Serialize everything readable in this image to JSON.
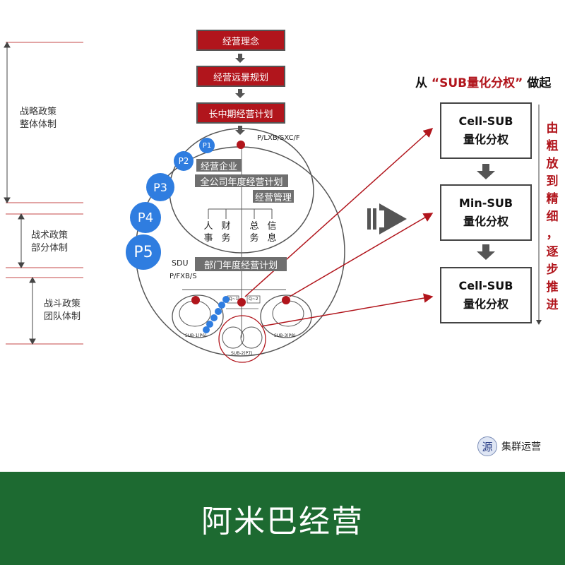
{
  "tiers": [
    {
      "line1": "战略政策",
      "line2": "整体体制"
    },
    {
      "line1": "战术政策",
      "line2": "部分体制"
    },
    {
      "line1": "战斗政策",
      "line2": "团队体制"
    }
  ],
  "flow": {
    "top_boxes": [
      "经营理念",
      "经营远景规划",
      "长中期经营计划"
    ],
    "plan_code": "P/LXB/SXC/F",
    "enterprise_label": "经营企业",
    "annual_plan": "全公司年度经营计划",
    "management": "经营管理",
    "departments": [
      "人事",
      "财务",
      "总务",
      "信息"
    ],
    "sdu_label": "SDU",
    "dept_plan": "部门年度经营计划",
    "dept_code": "P/FXB/S",
    "sub_labels": [
      "SUB-1(P6)",
      "SUB-2(P7)",
      "SUB-3(P8)"
    ],
    "mini_labels": [
      "Q~1",
      "Q~2"
    ],
    "p_circles": [
      "P1",
      "P2",
      "P3",
      "P4",
      "P5"
    ]
  },
  "right_panel": {
    "heading_prefix": "从",
    "heading_quote": "“SUB量化分权”",
    "heading_suffix": "做起",
    "boxes": [
      {
        "line1": "Cell-SUB",
        "line2": "量化分权"
      },
      {
        "line1": "Min-SUB",
        "line2": "量化分权"
      },
      {
        "line1": "Cell-SUB",
        "line2": "量化分权"
      }
    ],
    "vertical_text": [
      "由",
      "粗",
      "放",
      "到",
      "精",
      "细",
      "，",
      "逐",
      "步",
      "推",
      "进"
    ]
  },
  "logo": {
    "badge_char": "源",
    "text": "集群运营"
  },
  "footer": {
    "title": "阿米巴经营"
  },
  "colors": {
    "accent_red": "#b1151c",
    "footer_green": "#1d6a31",
    "p_blue": "#2f7de0",
    "box_gray": "#6f6f6f"
  }
}
